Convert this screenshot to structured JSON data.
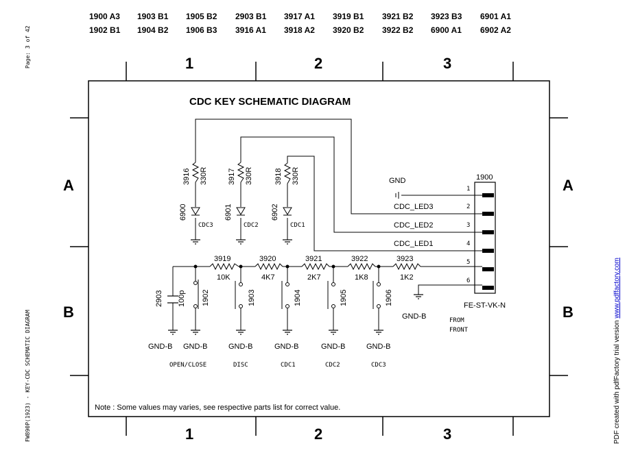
{
  "page_marker": "Page: 3 of 42",
  "side_caption": "FW890P(1923) - KEY-CDC SCHEMATIC DIAGRAM",
  "watermark": {
    "prefix": "PDF created with pdfFactory trial version ",
    "link": "www.pdffactory.com"
  },
  "ref_table": [
    [
      "1900 A3",
      "1902 B1"
    ],
    [
      "1903 B1",
      "1904 B2"
    ],
    [
      "1905 B2",
      "1906 B3"
    ],
    [
      "2903 B1",
      "3916 A1"
    ],
    [
      "3917 A1",
      "3918 A2"
    ],
    [
      "3919 B1",
      "3920 B2"
    ],
    [
      "3921 B2",
      "3922 B2"
    ],
    [
      "3923 B3",
      "6900 A1"
    ],
    [
      "6901 A1",
      "6902 A2"
    ]
  ],
  "grid": {
    "columns": [
      "1",
      "2",
      "3"
    ],
    "rows": [
      "A",
      "B"
    ]
  },
  "title": "CDC KEY SCHEMATIC DIAGRAM",
  "note": "Note : Some values may varies, see respective parts list for correct value.",
  "connector": {
    "ref": "1900",
    "type": "FE-ST-VK-N",
    "pins": [
      "1",
      "2",
      "3",
      "4",
      "5",
      "6"
    ],
    "signals": [
      "GND",
      "CDC_LED3",
      "CDC_LED2",
      "CDC_LED1"
    ],
    "from": [
      "FROM",
      "FRONT"
    ]
  },
  "resistors_top": [
    {
      "ref": "3916",
      "value": "330R"
    },
    {
      "ref": "3917",
      "value": "330R"
    },
    {
      "ref": "3918",
      "value": "330R"
    }
  ],
  "leds": [
    {
      "ref": "6900",
      "label": "CDC3"
    },
    {
      "ref": "6901",
      "label": "CDC2"
    },
    {
      "ref": "6902",
      "label": "CDC1"
    }
  ],
  "resistors_ladder": [
    {
      "ref": "3919",
      "value": "10K"
    },
    {
      "ref": "3920",
      "value": "4K7"
    },
    {
      "ref": "3921",
      "value": "2K7"
    },
    {
      "ref": "3922",
      "value": "1K8"
    },
    {
      "ref": "3923",
      "value": "1K2"
    }
  ],
  "capacitor": {
    "ref": "2903",
    "value": "100p"
  },
  "switches": [
    {
      "ref": "1902",
      "label": "OPEN/CLOSE"
    },
    {
      "ref": "1903",
      "label": "DISC"
    },
    {
      "ref": "1904",
      "label": "CDC1"
    },
    {
      "ref": "1905",
      "label": "CDC2"
    },
    {
      "ref": "1906",
      "label": "CDC3"
    }
  ],
  "ground_label": "GND-B"
}
